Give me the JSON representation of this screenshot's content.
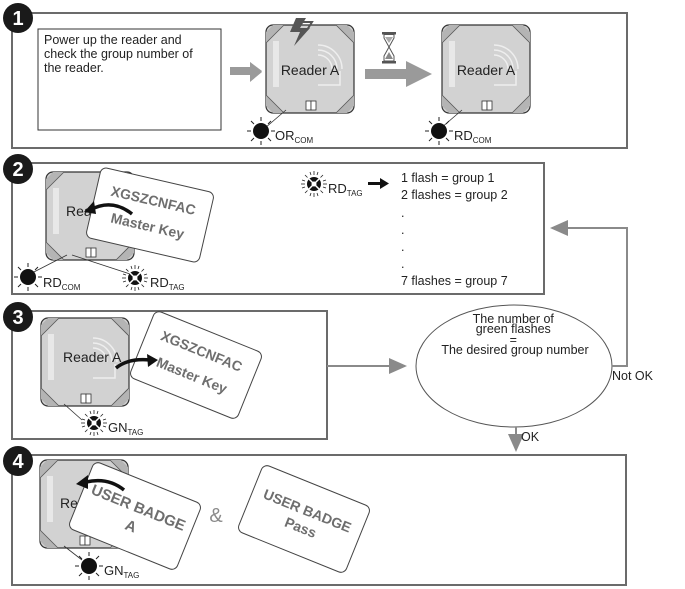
{
  "steps": [
    {
      "number": "1",
      "instruction": [
        "Power up the reader and",
        "check the group number of",
        "the reader."
      ],
      "reader_label": "Reader A",
      "led_before": {
        "name": "OR",
        "sub": "COM"
      },
      "led_after": {
        "name": "RD",
        "sub": "COM"
      },
      "icons": [
        "lightning-icon",
        "hourglass-icon"
      ]
    },
    {
      "number": "2",
      "reader_label": "Rea",
      "card": {
        "line1": "XGSZCNFAC",
        "line2": "Master Key"
      },
      "led_left": {
        "name": "RD",
        "sub": "COM"
      },
      "led_right": {
        "name": "RD",
        "sub": "TAG"
      },
      "legend_led": {
        "name": "RD",
        "sub": "TAG"
      },
      "flash_table": [
        "1 flash = group 1",
        "2 flashes = group 2",
        ".",
        ".",
        ".",
        ".",
        "7 flashes = group 7"
      ]
    },
    {
      "number": "3",
      "reader_label": "Reader A",
      "card": {
        "line1": "XGSZCNFAC",
        "line2": "Master Key"
      },
      "led": {
        "name": "GN",
        "sub": "TAG"
      }
    },
    {
      "number": "4",
      "reader_label": "Re",
      "card_a": {
        "line1": "USER BADGE",
        "line2": "A"
      },
      "ampersand": "&",
      "card_b": {
        "line1": "USER BADGE",
        "line2": "Pass"
      },
      "led": {
        "name": "GN",
        "sub": "TAG"
      }
    }
  ],
  "decision": {
    "lines": [
      "The number of",
      "green flashes",
      "=",
      "The desired group number"
    ],
    "not_ok_label": "Not OK",
    "ok_label": "OK"
  },
  "colors": {
    "frame": "#6b6b6b",
    "arrow_gray": "#9a9a9a",
    "reader_body": "#d2d2d2",
    "reader_corner": "#b4b4b4",
    "card_text": "#6e6e6e",
    "badge": "#1a1a1a"
  }
}
